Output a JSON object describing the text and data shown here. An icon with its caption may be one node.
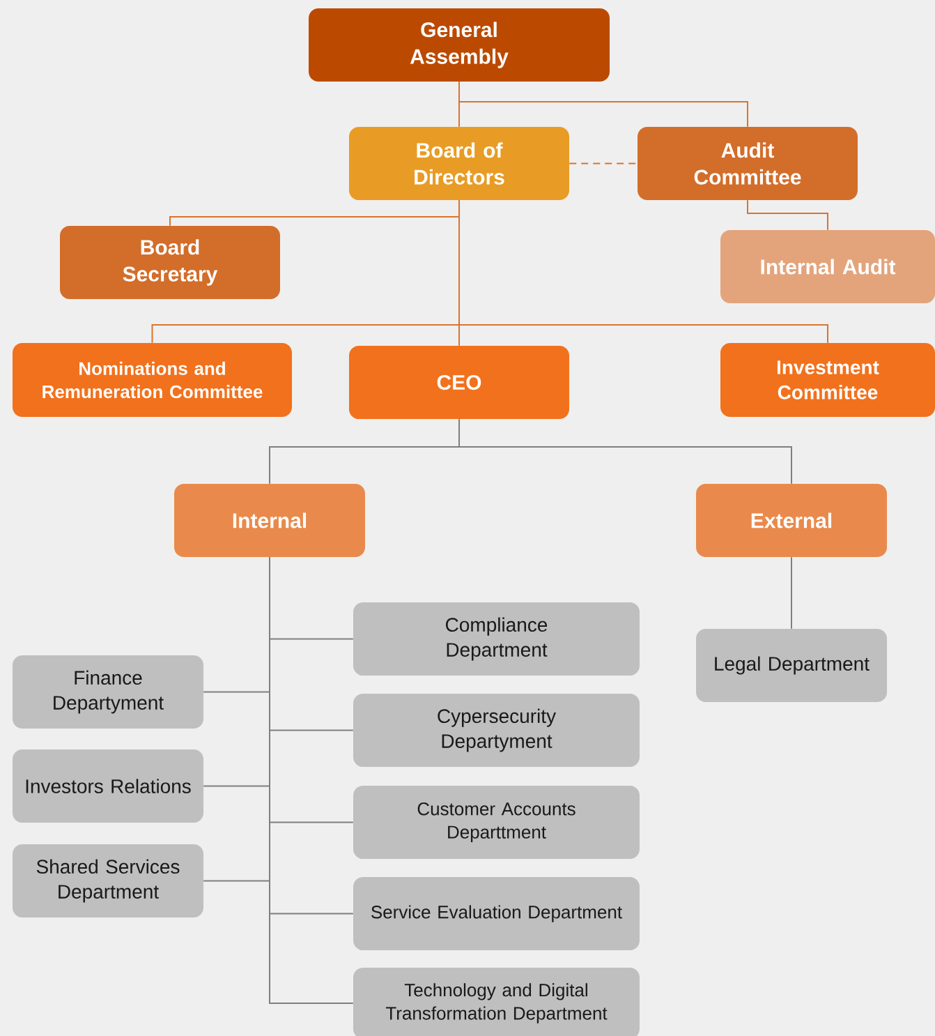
{
  "diagram": {
    "nodes": [
      {
        "text": [
          "General Assembly"
        ]
      },
      {
        "text": [
          "Board of Directors"
        ]
      },
      {
        "text": [
          "Audit Committee"
        ]
      },
      {
        "text": [
          "Board Secretary"
        ]
      },
      {
        "text": [
          "Internal Audit"
        ]
      },
      {
        "text": [
          "Nominations and Remuneration Committee"
        ]
      },
      {
        "text": [
          "CEO"
        ]
      },
      {
        "text": [
          "Investment Committee"
        ]
      },
      {
        "text": [
          "Internal"
        ]
      },
      {
        "text": [
          "External"
        ]
      },
      {
        "text": [
          "Compliance Department"
        ]
      },
      {
        "text": [
          "Finance Departyment"
        ]
      },
      {
        "text": [
          "Cypersecurity Departyment"
        ]
      },
      {
        "text": [
          "Investors Relations"
        ]
      },
      {
        "text": [
          "Customer Accounts Departtment"
        ]
      },
      {
        "text": [
          "Shared Services Department"
        ]
      },
      {
        "text": [
          "Service Evaluation Department"
        ]
      },
      {
        "text": [
          "Technology and Digital Transformation Department"
        ]
      },
      {
        "text": [
          "Legal Department"
        ]
      }
    ],
    "edges": [
      {
        "from": 0,
        "to": 1,
        "arrow": "none",
        "color": "#d9742e"
      },
      {
        "from": 0,
        "to": 2,
        "arrow": "none",
        "color": "#d9742e"
      },
      {
        "from": 1,
        "to": 2,
        "arrow": "none",
        "style": "dashed",
        "color": "#d9742e"
      },
      {
        "from": 1,
        "to": 3,
        "arrow": "none",
        "color": "#d9742e"
      },
      {
        "from": 2,
        "to": 4,
        "arrow": "none",
        "color": "#d9742e"
      },
      {
        "from": 1,
        "to": 5,
        "arrow": "none",
        "color": "#d9742e"
      },
      {
        "from": 1,
        "to": 6,
        "arrow": "none",
        "color": "#d9742e"
      },
      {
        "from": 1,
        "to": 7,
        "arrow": "none",
        "color": "#d9742e"
      },
      {
        "from": 6,
        "to": 8,
        "arrow": "none"
      },
      {
        "from": 6,
        "to": 9,
        "arrow": "none"
      },
      {
        "from": 8,
        "to": 10,
        "arrow": "none"
      },
      {
        "from": 8,
        "to": 11,
        "arrow": "none"
      },
      {
        "from": 8,
        "to": 12,
        "arrow": "none"
      },
      {
        "from": 8,
        "to": 13,
        "arrow": "none"
      },
      {
        "from": 8,
        "to": 14,
        "arrow": "none"
      },
      {
        "from": 8,
        "to": 15,
        "arrow": "none"
      },
      {
        "from": 8,
        "to": 16,
        "arrow": "none"
      },
      {
        "from": 8,
        "to": 17,
        "arrow": "none"
      },
      {
        "from": 9,
        "to": 18,
        "arrow": "none"
      }
    ]
  }
}
